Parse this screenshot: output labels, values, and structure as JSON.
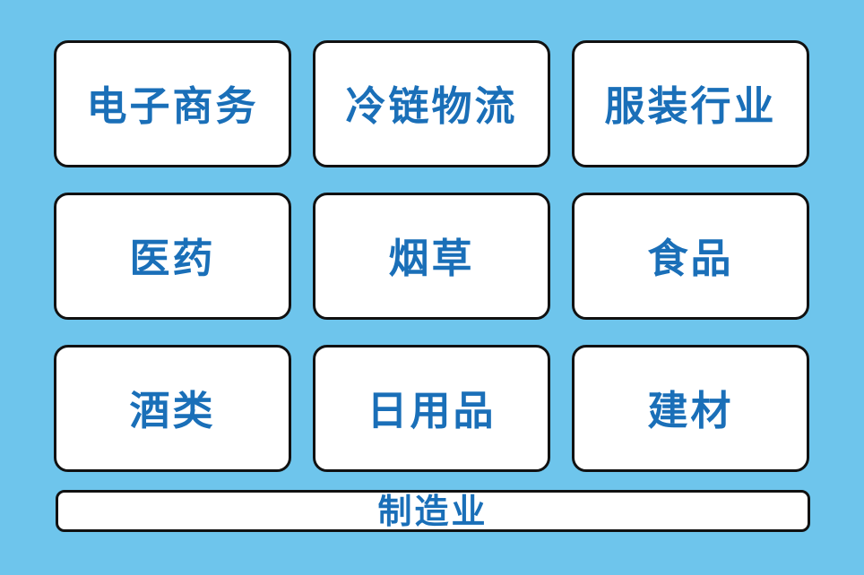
{
  "palette": {
    "background": "#6ec5ec",
    "card_fill": "#ffffff",
    "card_border": "#111111",
    "label_text": "#1a6fb8"
  },
  "cards": [
    {
      "label": "电子商务"
    },
    {
      "label": "冷链物流"
    },
    {
      "label": "服装行业"
    },
    {
      "label": "医药"
    },
    {
      "label": "烟草"
    },
    {
      "label": "食品"
    },
    {
      "label": "酒类"
    },
    {
      "label": "日用品"
    },
    {
      "label": "建材"
    }
  ],
  "bottom": {
    "label": "制造业"
  }
}
